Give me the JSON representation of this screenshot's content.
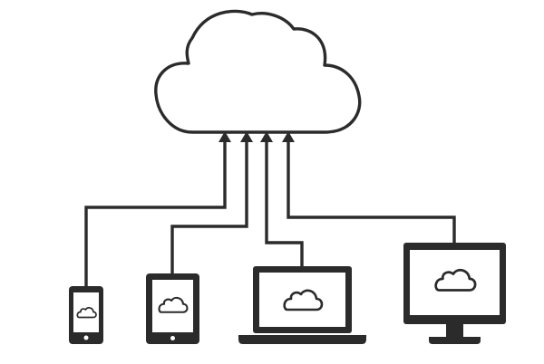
{
  "colors": {
    "stroke": "#2b2b2b",
    "fill": "#2b2b2b",
    "background": "#ffffff"
  },
  "nodes": [
    {
      "id": "cloud",
      "icon": "cloud-icon"
    },
    {
      "id": "phone",
      "icon": "smartphone-icon"
    },
    {
      "id": "tablet",
      "icon": "tablet-icon"
    },
    {
      "id": "laptop",
      "icon": "laptop-icon"
    },
    {
      "id": "monitor",
      "icon": "desktop-monitor-icon"
    }
  ],
  "connections": [
    {
      "from": "phone",
      "to": "cloud",
      "direction": "upload"
    },
    {
      "from": "tablet",
      "to": "cloud",
      "direction": "upload"
    },
    {
      "from": "laptop",
      "to": "cloud",
      "direction": "upload"
    },
    {
      "from": "monitor",
      "to": "cloud",
      "direction": "upload"
    }
  ]
}
